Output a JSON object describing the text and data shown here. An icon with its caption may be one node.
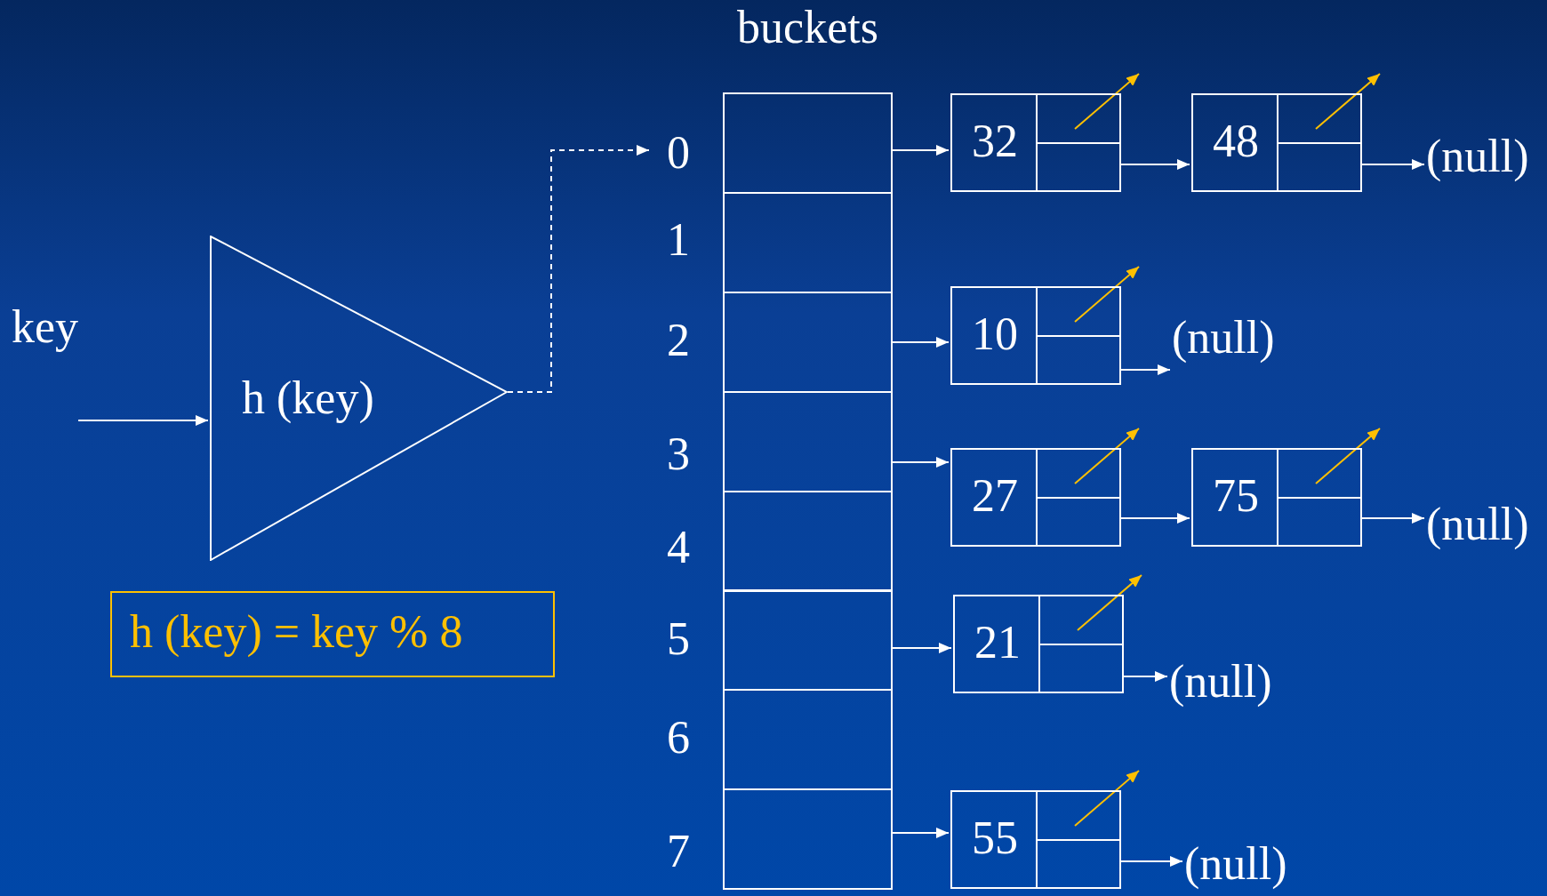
{
  "diagram": {
    "nodes": [
      {
        "text": [
          "key"
        ]
      },
      {
        "text": [
          "h (key)"
        ]
      },
      {
        "text": [
          "h (key) = key % 8"
        ]
      },
      {
        "text": [
          "buckets"
        ]
      },
      {
        "text": [],
        "shape": "box",
        "in": 3,
        "beside": [
          "0"
        ]
      },
      {
        "text": [],
        "shape": "box",
        "in": 3,
        "beside": [
          "1"
        ]
      },
      {
        "text": [],
        "shape": "box",
        "in": 3,
        "beside": [
          "2"
        ]
      },
      {
        "text": [],
        "shape": "box",
        "in": 3,
        "beside": [
          "3"
        ]
      },
      {
        "text": [],
        "shape": "box",
        "in": 3,
        "beside": [
          "4"
        ]
      },
      {
        "text": [],
        "shape": "box",
        "in": 3,
        "beside": [
          "5"
        ]
      },
      {
        "text": [],
        "shape": "box",
        "in": 3,
        "beside": [
          "6"
        ]
      },
      {
        "text": [],
        "shape": "box",
        "in": 3,
        "beside": [
          "7"
        ]
      },
      {
        "text": [
          "32"
        ]
      },
      {
        "text": [
          "48"
        ]
      },
      {
        "text": [
          "(null)"
        ]
      },
      {
        "text": [
          "10"
        ]
      },
      {
        "text": [
          "(null)"
        ]
      },
      {
        "text": [
          "27"
        ]
      },
      {
        "text": [
          "75"
        ]
      },
      {
        "text": [
          "(null)"
        ]
      },
      {
        "text": [
          "21"
        ]
      },
      {
        "text": [
          "(null)"
        ]
      },
      {
        "text": [
          "55"
        ]
      },
      {
        "text": [
          "(null)"
        ]
      }
    ],
    "edges": [
      {
        "from": 0,
        "to": 1,
        "arrow": "to"
      },
      {
        "from": 1,
        "to": 4,
        "arrow": "to",
        "style": "dashed"
      },
      {
        "from": 4,
        "to": 12,
        "arrow": "to"
      },
      {
        "from": 12,
        "to": 13,
        "arrow": "to"
      },
      {
        "from": 13,
        "to": 14,
        "arrow": "to"
      },
      {
        "from": 12,
        "to": null,
        "arrow": "to",
        "color": "#ffc000"
      },
      {
        "from": 13,
        "to": null,
        "arrow": "to",
        "color": "#ffc000"
      },
      {
        "from": 6,
        "to": 15,
        "arrow": "to"
      },
      {
        "from": 15,
        "to": 16,
        "arrow": "to"
      },
      {
        "from": 15,
        "to": null,
        "arrow": "to",
        "color": "#ffc000"
      },
      {
        "from": 7,
        "to": 17,
        "arrow": "to"
      },
      {
        "from": 17,
        "to": 18,
        "arrow": "to"
      },
      {
        "from": 18,
        "to": 19,
        "arrow": "to"
      },
      {
        "from": 17,
        "to": null,
        "arrow": "to",
        "color": "#ffc000"
      },
      {
        "from": 18,
        "to": null,
        "arrow": "to",
        "color": "#ffc000"
      },
      {
        "from": 9,
        "to": 20,
        "arrow": "to"
      },
      {
        "from": 20,
        "to": 21,
        "arrow": "to"
      },
      {
        "from": 20,
        "to": null,
        "arrow": "to",
        "color": "#ffc000"
      },
      {
        "from": 11,
        "to": 22,
        "arrow": "to"
      },
      {
        "from": 22,
        "to": 23,
        "arrow": "to"
      },
      {
        "from": 22,
        "to": null,
        "arrow": "to",
        "color": "#ffc000"
      }
    ]
  }
}
